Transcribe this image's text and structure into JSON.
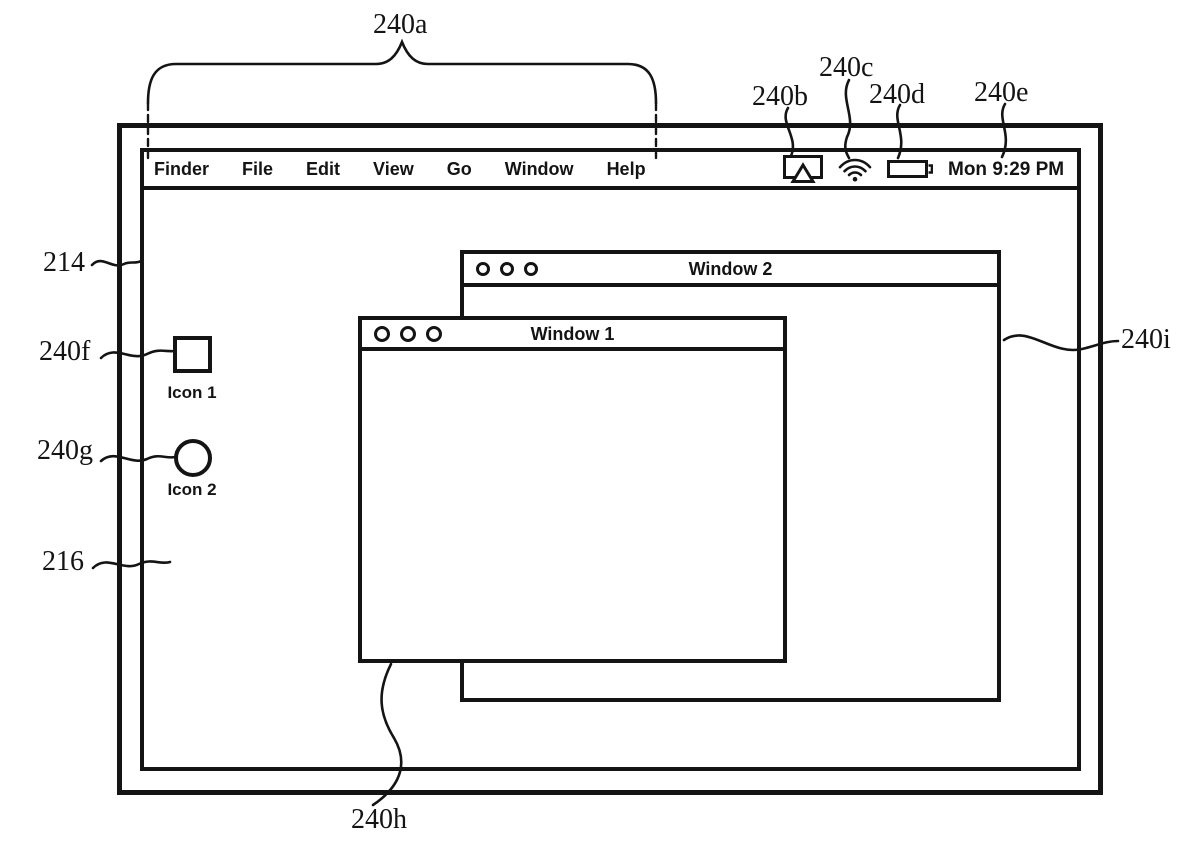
{
  "menubar": {
    "items": [
      "Finder",
      "File",
      "Edit",
      "View",
      "Go",
      "Window",
      "Help"
    ],
    "status_icons": [
      "airplay-display-icon",
      "wifi-icon",
      "battery-icon"
    ],
    "clock": "Mon 9:29 PM"
  },
  "windows": {
    "window1": {
      "title": "Window 1"
    },
    "window2": {
      "title": "Window 2"
    }
  },
  "desktop_icons": {
    "icon1": {
      "label": "Icon 1",
      "shape": "square"
    },
    "icon2": {
      "label": "Icon 2",
      "shape": "circle"
    }
  },
  "annotations": {
    "menubar_brace": "240a",
    "airplay_icon": "240b",
    "wifi_icon": "240c",
    "battery_icon": "240d",
    "clock": "240e",
    "screen_border": "214",
    "desktop_icon1": "240f",
    "desktop_icon2": "240g",
    "desktop": "216",
    "window1": "240h",
    "window2": "240i"
  },
  "colors": {
    "line": "#141414",
    "background": "#ffffff"
  }
}
